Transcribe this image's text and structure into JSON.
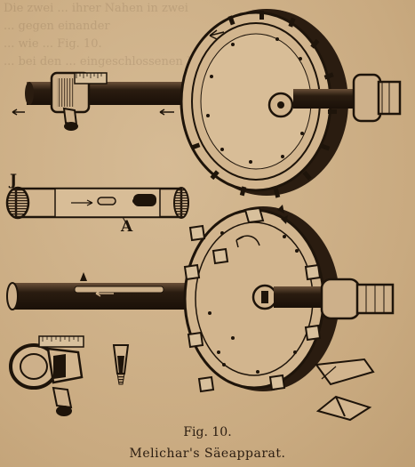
{
  "bleed_lines": [
    "Die zwei ... ihrer Nahen in zwei",
    "... gegen einander",
    "... wie ... Fig. 10.",
    "... bei den ... eingeschlossenen Bruchstrich"
  ],
  "labels": {
    "j": "J",
    "a": "A"
  },
  "caption": {
    "figure": "Fig. 10.",
    "title": "Melichar's Säeapparat."
  },
  "colors": {
    "paper": "#cdb08a",
    "ink": "#1e140a"
  }
}
